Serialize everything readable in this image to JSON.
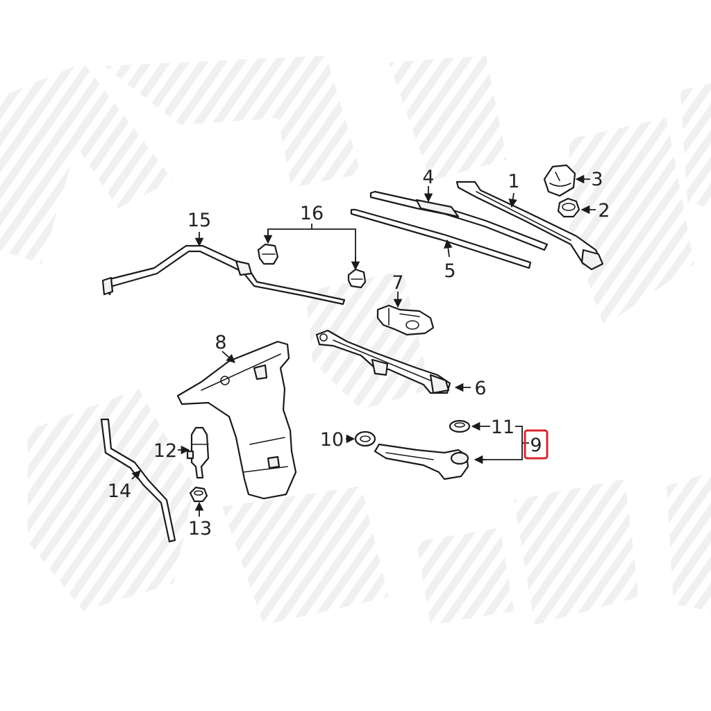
{
  "callouts": {
    "c1": "1",
    "c2": "2",
    "c3": "3",
    "c4": "4",
    "c5": "5",
    "c6": "6",
    "c7": "7",
    "c8": "8",
    "c9": "9",
    "c10": "10",
    "c11": "11",
    "c12": "12",
    "c13": "13",
    "c14": "14",
    "c15": "15",
    "c16": "16"
  },
  "highlight_color": "#d9262c",
  "watermark_color": "#e6e6e6"
}
